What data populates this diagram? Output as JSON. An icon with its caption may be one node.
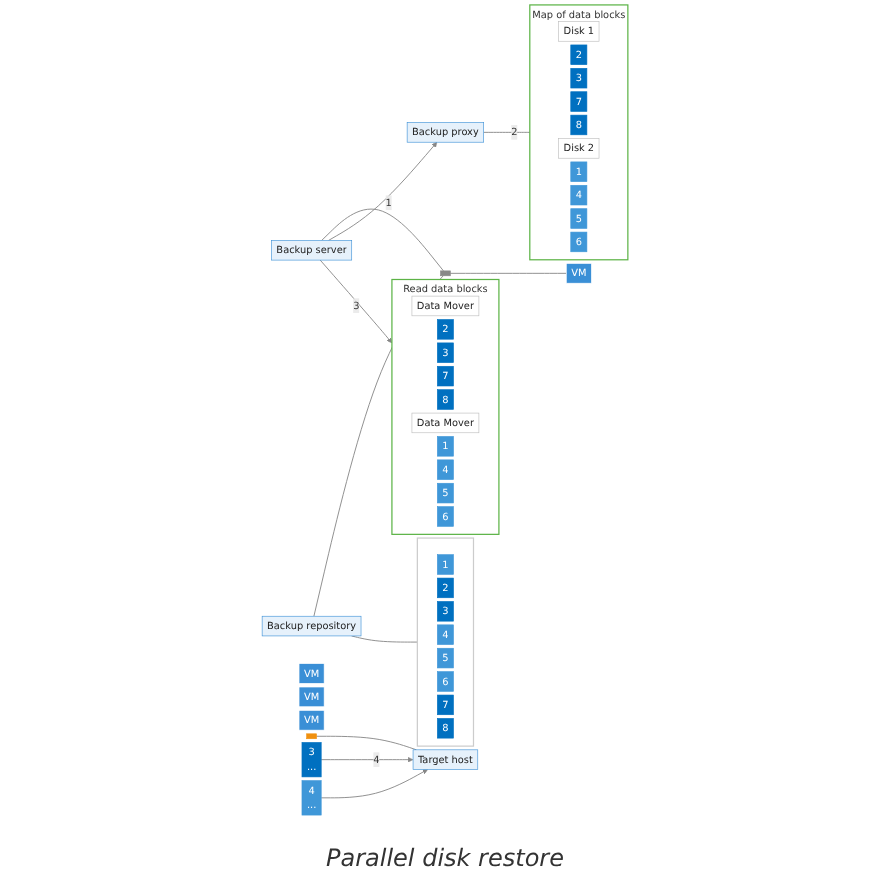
{
  "diagram": {
    "nodes": [
      {
        "text": [
          "Backup server"
        ]
      },
      {
        "text": [],
        "shape": "bar"
      },
      {
        "text": [
          "Backup repository"
        ]
      },
      {
        "text": [],
        "shape": "box"
      },
      {
        "text": [
          "1"
        ],
        "in": 3
      },
      {
        "text": [
          "2"
        ],
        "in": 3
      },
      {
        "text": [
          "3"
        ],
        "in": 3
      },
      {
        "text": [
          "4"
        ],
        "in": 3
      },
      {
        "text": [
          "5"
        ],
        "in": 3
      },
      {
        "text": [
          "6"
        ],
        "in": 3
      },
      {
        "text": [
          "7"
        ],
        "in": 3
      },
      {
        "text": [
          "8"
        ],
        "in": 3
      },
      {
        "text": [
          "Backup proxy"
        ]
      },
      {
        "text": [],
        "shape": "box",
        "beside": [
          "Map of data blocks"
        ]
      },
      {
        "text": [
          "Disk 1"
        ],
        "in": 13
      },
      {
        "text": [
          "2"
        ],
        "in": 13
      },
      {
        "text": [
          "3"
        ],
        "in": 13
      },
      {
        "text": [
          "7"
        ],
        "in": 13
      },
      {
        "text": [
          "8"
        ],
        "in": 13
      },
      {
        "text": [
          "Disk 2"
        ],
        "in": 13
      },
      {
        "text": [
          "1"
        ],
        "in": 13
      },
      {
        "text": [
          "4"
        ],
        "in": 13
      },
      {
        "text": [
          "5"
        ],
        "in": 13
      },
      {
        "text": [
          "6"
        ],
        "in": 13
      },
      {
        "text": [
          "VM"
        ]
      },
      {
        "text": [
          "VM"
        ]
      },
      {
        "text": [
          "VM"
        ]
      },
      {
        "text": [
          "VM"
        ]
      },
      {
        "text": [],
        "shape": "box"
      },
      {
        "text": [
          "Target host"
        ]
      },
      {
        "text": [],
        "shape": "box",
        "beside": [
          "Read data blocks"
        ]
      },
      {
        "text": [
          "Data Mover"
        ],
        "in": 30
      },
      {
        "text": [
          "2"
        ],
        "in": 30
      },
      {
        "text": [
          "3"
        ],
        "in": 30
      },
      {
        "text": [
          "7"
        ],
        "in": 30
      },
      {
        "text": [
          "8"
        ],
        "in": 30
      },
      {
        "text": [
          "Data Mover"
        ],
        "in": 30
      },
      {
        "text": [
          "1"
        ],
        "in": 30
      },
      {
        "text": [
          "4"
        ],
        "in": 30
      },
      {
        "text": [
          "5"
        ],
        "in": 30
      },
      {
        "text": [
          "6"
        ],
        "in": 30
      },
      {
        "text": [
          "3",
          "..."
        ]
      },
      {
        "text": [
          "4",
          "..."
        ]
      }
    ],
    "edges": [
      {
        "from": 0,
        "to": 1,
        "arrow": "none"
      },
      {
        "from": 2,
        "to": 1,
        "arrow": "none"
      },
      {
        "from": 0,
        "to": 12,
        "arrow": "to",
        "label": "1"
      },
      {
        "from": 1,
        "to": 26,
        "arrow": "none"
      },
      {
        "from": 0,
        "to": 30,
        "arrow": "to",
        "label": "3"
      },
      {
        "from": 2,
        "to": 3,
        "arrow": "none"
      },
      {
        "from": 12,
        "to": 13,
        "arrow": "none",
        "label": "2"
      },
      {
        "from": 28,
        "to": 29,
        "arrow": "none"
      },
      {
        "from": 41,
        "to": 29,
        "arrow": "to",
        "label": "4"
      },
      {
        "from": 42,
        "to": 29,
        "arrow": "to"
      }
    ],
    "labels": [
      "Parallel disk restore"
    ]
  }
}
